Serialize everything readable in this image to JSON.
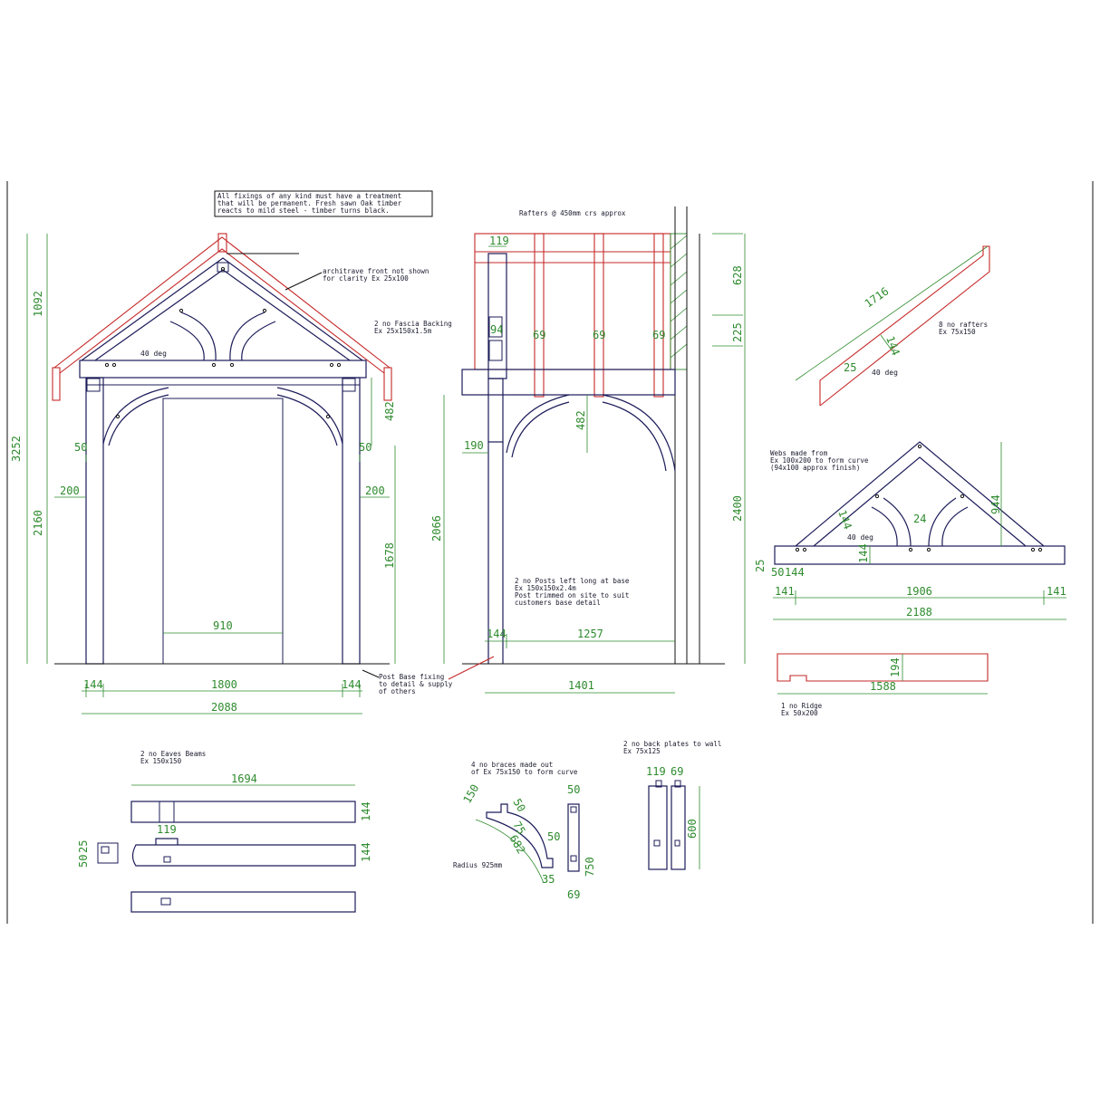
{
  "notes": {
    "treatment": [
      "All fixings of any kind must have a treatment",
      "that will be permanent. Fresh sawn Oak timber",
      "reacts to mild steel - timber turns black."
    ],
    "architrave": [
      "architrave front not shown",
      "for clarity Ex 25x100"
    ],
    "fascia": [
      "2 no Fascia Backing",
      "Ex 25x150x1.5m"
    ],
    "rafters_spacing": "Rafters @ 450mm crs approx",
    "posts": [
      "2 no Posts left long at base",
      "Ex 150x150x2.4m",
      "Post trimmed on site to suit",
      "customers base detail"
    ],
    "post_base": [
      "Post Base fixing",
      "to detail & supply",
      "of others"
    ],
    "rafters_count": [
      "8 no rafters",
      "Ex 75x150"
    ],
    "webs": [
      "Webs made from",
      "Ex 100x200 to form curve",
      "(94x100 approx finish)"
    ],
    "ridge": [
      "1 no Ridge",
      "Ex 50x200"
    ],
    "eaves": [
      "2 no Eaves Beams",
      "Ex 150x150"
    ],
    "braces": [
      "4 no braces made out",
      "of Ex 75x150 to form curve"
    ],
    "back_plates": [
      "2 no back plates to wall",
      "Ex 75x125"
    ],
    "radius": "Radius 925mm"
  },
  "angles": {
    "front": "40 deg",
    "rafter": "40 deg",
    "truss": "40 deg"
  },
  "front_elevation": {
    "dim_1092": "1092",
    "dim_3252": "3252",
    "dim_2160": "2160",
    "dim_482": "482",
    "dim_1678": "1678",
    "dim_2066": "2066",
    "dim_50_left": "50",
    "dim_50_right": "50",
    "dim_200_left": "200",
    "dim_200_right": "200",
    "dim_910": "910",
    "dim_144_left": "144",
    "dim_1800": "1800",
    "dim_144_right": "144",
    "dim_2088": "2088"
  },
  "side_elevation": {
    "dim_119": "119",
    "dim_94": "94",
    "dim_69a": "69",
    "dim_69b": "69",
    "dim_69c": "69",
    "dim_482": "482",
    "dim_190": "190",
    "dim_628": "628",
    "dim_225": "225",
    "dim_2400": "2400",
    "dim_144": "144",
    "dim_1257": "1257",
    "dim_1401": "1401"
  },
  "rafter_detail": {
    "dim_1716": "1716",
    "dim_144": "144",
    "dim_25": "25"
  },
  "truss_detail": {
    "dim_944": "944",
    "dim_144a": "144",
    "dim_24": "24",
    "dim_144b": "144",
    "dim_25": "25",
    "dim_50": "50",
    "dim_144c": "144",
    "dim_141_left": "141",
    "dim_1906": "1906",
    "dim_141_right": "141",
    "dim_2188": "2188"
  },
  "ridge_detail": {
    "dim_194": "194",
    "dim_1588": "1588"
  },
  "eaves_detail": {
    "dim_1694": "1694",
    "dim_144a": "144",
    "dim_144b": "144",
    "dim_119": "119",
    "dim_25": "25",
    "dim_50": "50"
  },
  "brace_detail": {
    "dim_150": "150",
    "dim_50a": "50",
    "dim_75": "75",
    "dim_682": "682",
    "dim_50b": "50",
    "dim_750": "750",
    "dim_35": "35",
    "dim_50c": "50",
    "dim_69": "69"
  },
  "back_plate_detail": {
    "dim_119": "119",
    "dim_69": "69",
    "dim_600": "600"
  },
  "colors": {
    "dimension": "#2e8b2e",
    "timber": "#1c1c5a",
    "rafter_red": "#c62828"
  }
}
